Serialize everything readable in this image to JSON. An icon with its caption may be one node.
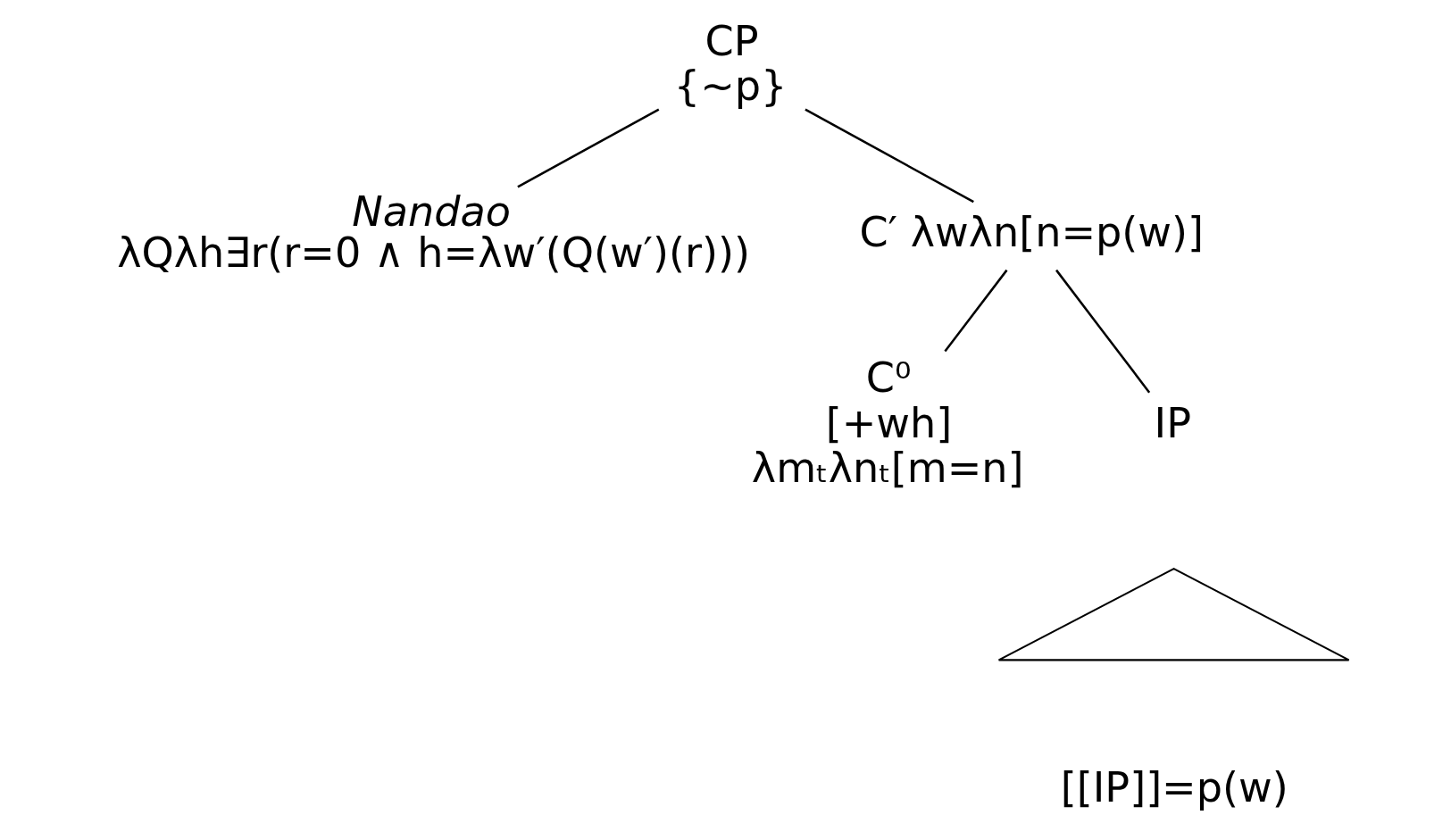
{
  "diagram": {
    "nodes": [
      {
        "text": [
          "CP",
          "{~p}"
        ]
      },
      {
        "text": [
          "Nandao",
          "λQλh∃r(r=0 ∧ h=λw′(Q(w′)(r)))"
        ]
      },
      {
        "text": [
          "C′ λwλn[n=p(w)]"
        ]
      },
      {
        "text": [
          "C⁰",
          "[+wh]",
          "λmₜλnₜ[m=n]"
        ]
      },
      {
        "text": [
          "IP"
        ]
      },
      {
        "text": [],
        "shape": "triangle",
        "beside": [
          "[[IP]]=p(w)"
        ]
      }
    ],
    "edges": [
      {
        "from": 0,
        "to": 1,
        "arrow": "none"
      },
      {
        "from": 0,
        "to": 2,
        "arrow": "none"
      },
      {
        "from": 2,
        "to": 3,
        "arrow": "none"
      },
      {
        "from": 2,
        "to": 4,
        "arrow": "none"
      }
    ]
  }
}
